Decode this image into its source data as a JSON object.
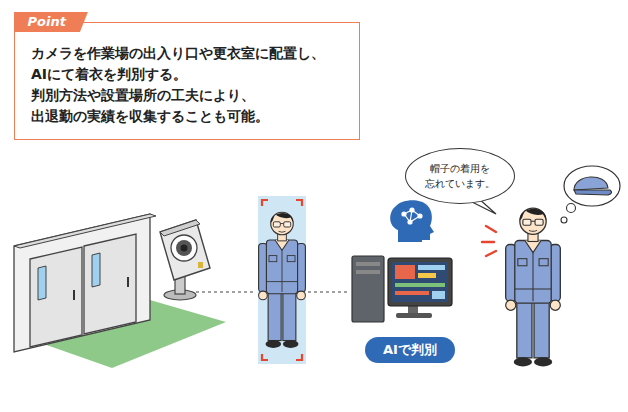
{
  "diagram": {
    "nodes": [
      {
        "text": [
          "Point",
          "カメラを作業場の出入り口や更衣室に配置し、 AIにて着衣を判別する。 判別方法や設置場所の工夫により、 出退勤の実績を収集することも可能。"
        ]
      },
      {
        "text": [
          "帽子の着用を 忘れています。"
        ]
      },
      {
        "text": [
          "AIで判別"
        ]
      }
    ]
  }
}
